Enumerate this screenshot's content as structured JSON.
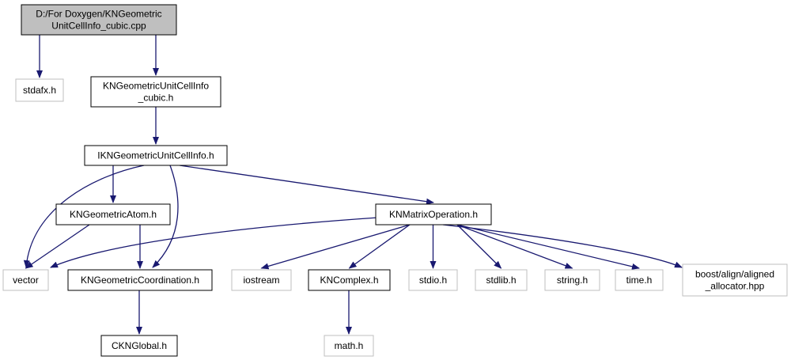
{
  "colors": {
    "background": "#ffffff",
    "root_fill": "#bfbfbf",
    "internal_border": "#000000",
    "external_border": "#bfbfbf",
    "edge": "#191970"
  },
  "nodes": [
    {
      "id": "root",
      "lines": [
        "D:/For Doxygen/KNGeometric",
        "UnitCellInfo_cubic.cpp"
      ],
      "kind": "root"
    },
    {
      "id": "stdafx",
      "lines": [
        "stdafx.h"
      ],
      "kind": "external"
    },
    {
      "id": "kngucic",
      "lines": [
        "KNGeometricUnitCellInfo",
        "_cubic.h"
      ],
      "kind": "internal"
    },
    {
      "id": "ikngu",
      "lines": [
        "IKNGeometricUnitCellInfo.h"
      ],
      "kind": "internal"
    },
    {
      "id": "atom",
      "lines": [
        "KNGeometricAtom.h"
      ],
      "kind": "internal"
    },
    {
      "id": "matrix",
      "lines": [
        "KNMatrixOperation.h"
      ],
      "kind": "internal"
    },
    {
      "id": "vector",
      "lines": [
        "vector"
      ],
      "kind": "external"
    },
    {
      "id": "coord",
      "lines": [
        "KNGeometricCoordination.h"
      ],
      "kind": "internal"
    },
    {
      "id": "iostream",
      "lines": [
        "iostream"
      ],
      "kind": "external"
    },
    {
      "id": "complex",
      "lines": [
        "KNComplex.h"
      ],
      "kind": "internal"
    },
    {
      "id": "stdio",
      "lines": [
        "stdio.h"
      ],
      "kind": "external"
    },
    {
      "id": "stdlib",
      "lines": [
        "stdlib.h"
      ],
      "kind": "external"
    },
    {
      "id": "string",
      "lines": [
        "string.h"
      ],
      "kind": "external"
    },
    {
      "id": "time",
      "lines": [
        "time.h"
      ],
      "kind": "external"
    },
    {
      "id": "boost",
      "lines": [
        "boost/align/aligned",
        "_allocator.hpp"
      ],
      "kind": "external"
    },
    {
      "id": "global",
      "lines": [
        "CKNGlobal.h"
      ],
      "kind": "internal"
    },
    {
      "id": "math",
      "lines": [
        "math.h"
      ],
      "kind": "external"
    }
  ],
  "edges": [
    [
      "root",
      "stdafx"
    ],
    [
      "root",
      "kngucic"
    ],
    [
      "kngucic",
      "ikngu"
    ],
    [
      "ikngu",
      "vector"
    ],
    [
      "ikngu",
      "atom"
    ],
    [
      "ikngu",
      "coord"
    ],
    [
      "ikngu",
      "matrix"
    ],
    [
      "atom",
      "vector"
    ],
    [
      "atom",
      "coord"
    ],
    [
      "matrix",
      "vector"
    ],
    [
      "matrix",
      "iostream"
    ],
    [
      "matrix",
      "complex"
    ],
    [
      "matrix",
      "stdio"
    ],
    [
      "matrix",
      "stdlib"
    ],
    [
      "matrix",
      "string"
    ],
    [
      "matrix",
      "time"
    ],
    [
      "matrix",
      "boost"
    ],
    [
      "coord",
      "global"
    ],
    [
      "complex",
      "math"
    ]
  ]
}
